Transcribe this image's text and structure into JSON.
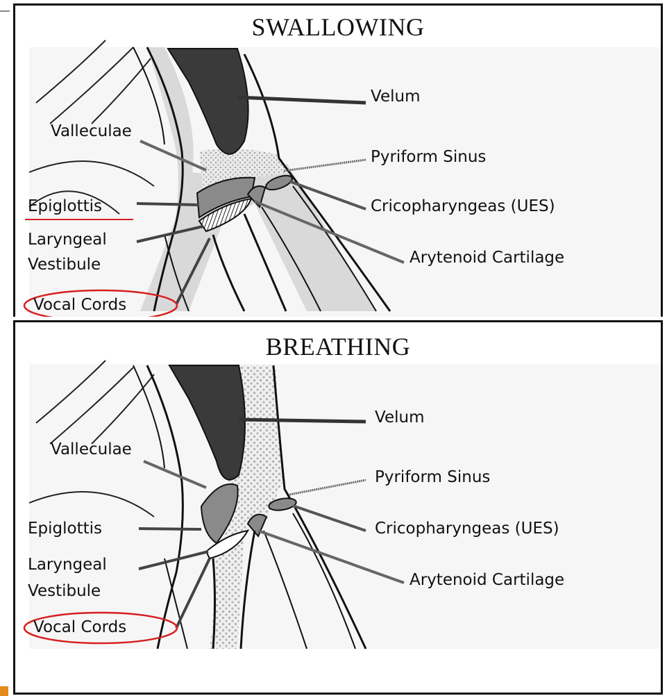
{
  "panels": {
    "swallowing": {
      "title": "SWALLOWING",
      "labels": {
        "velum": "Velum",
        "valleculae": "Valleculae",
        "pyriform_sinus": "Pyriform Sinus",
        "epiglottis": "Epiglottis",
        "cricopharyngeas": "Cricopharyngeas (UES)",
        "laryngeal": "Laryngeal",
        "vestibule": "Vestibule",
        "arytenoid": "Arytenoid Cartilage",
        "vocal_cords": "Vocal Cords"
      }
    },
    "breathing": {
      "title": "BREATHING",
      "labels": {
        "velum": "Velum",
        "valleculae": "Valleculae",
        "pyriform_sinus": "Pyriform Sinus",
        "epiglottis": "Epiglottis",
        "cricopharyngeas": "Cricopharyngeas (UES)",
        "laryngeal": "Laryngeal",
        "vestibule": "Vestibule",
        "arytenoid": "Arytenoid Cartilage",
        "vocal_cords": "Vocal Cords"
      }
    }
  },
  "colors": {
    "highlight": "#d81f1f",
    "anatomy_dark": "#3a3a3a",
    "anatomy_mid": "#8a8a8a",
    "anatomy_light": "#d6d6d6",
    "accent": "#e38a1a"
  }
}
